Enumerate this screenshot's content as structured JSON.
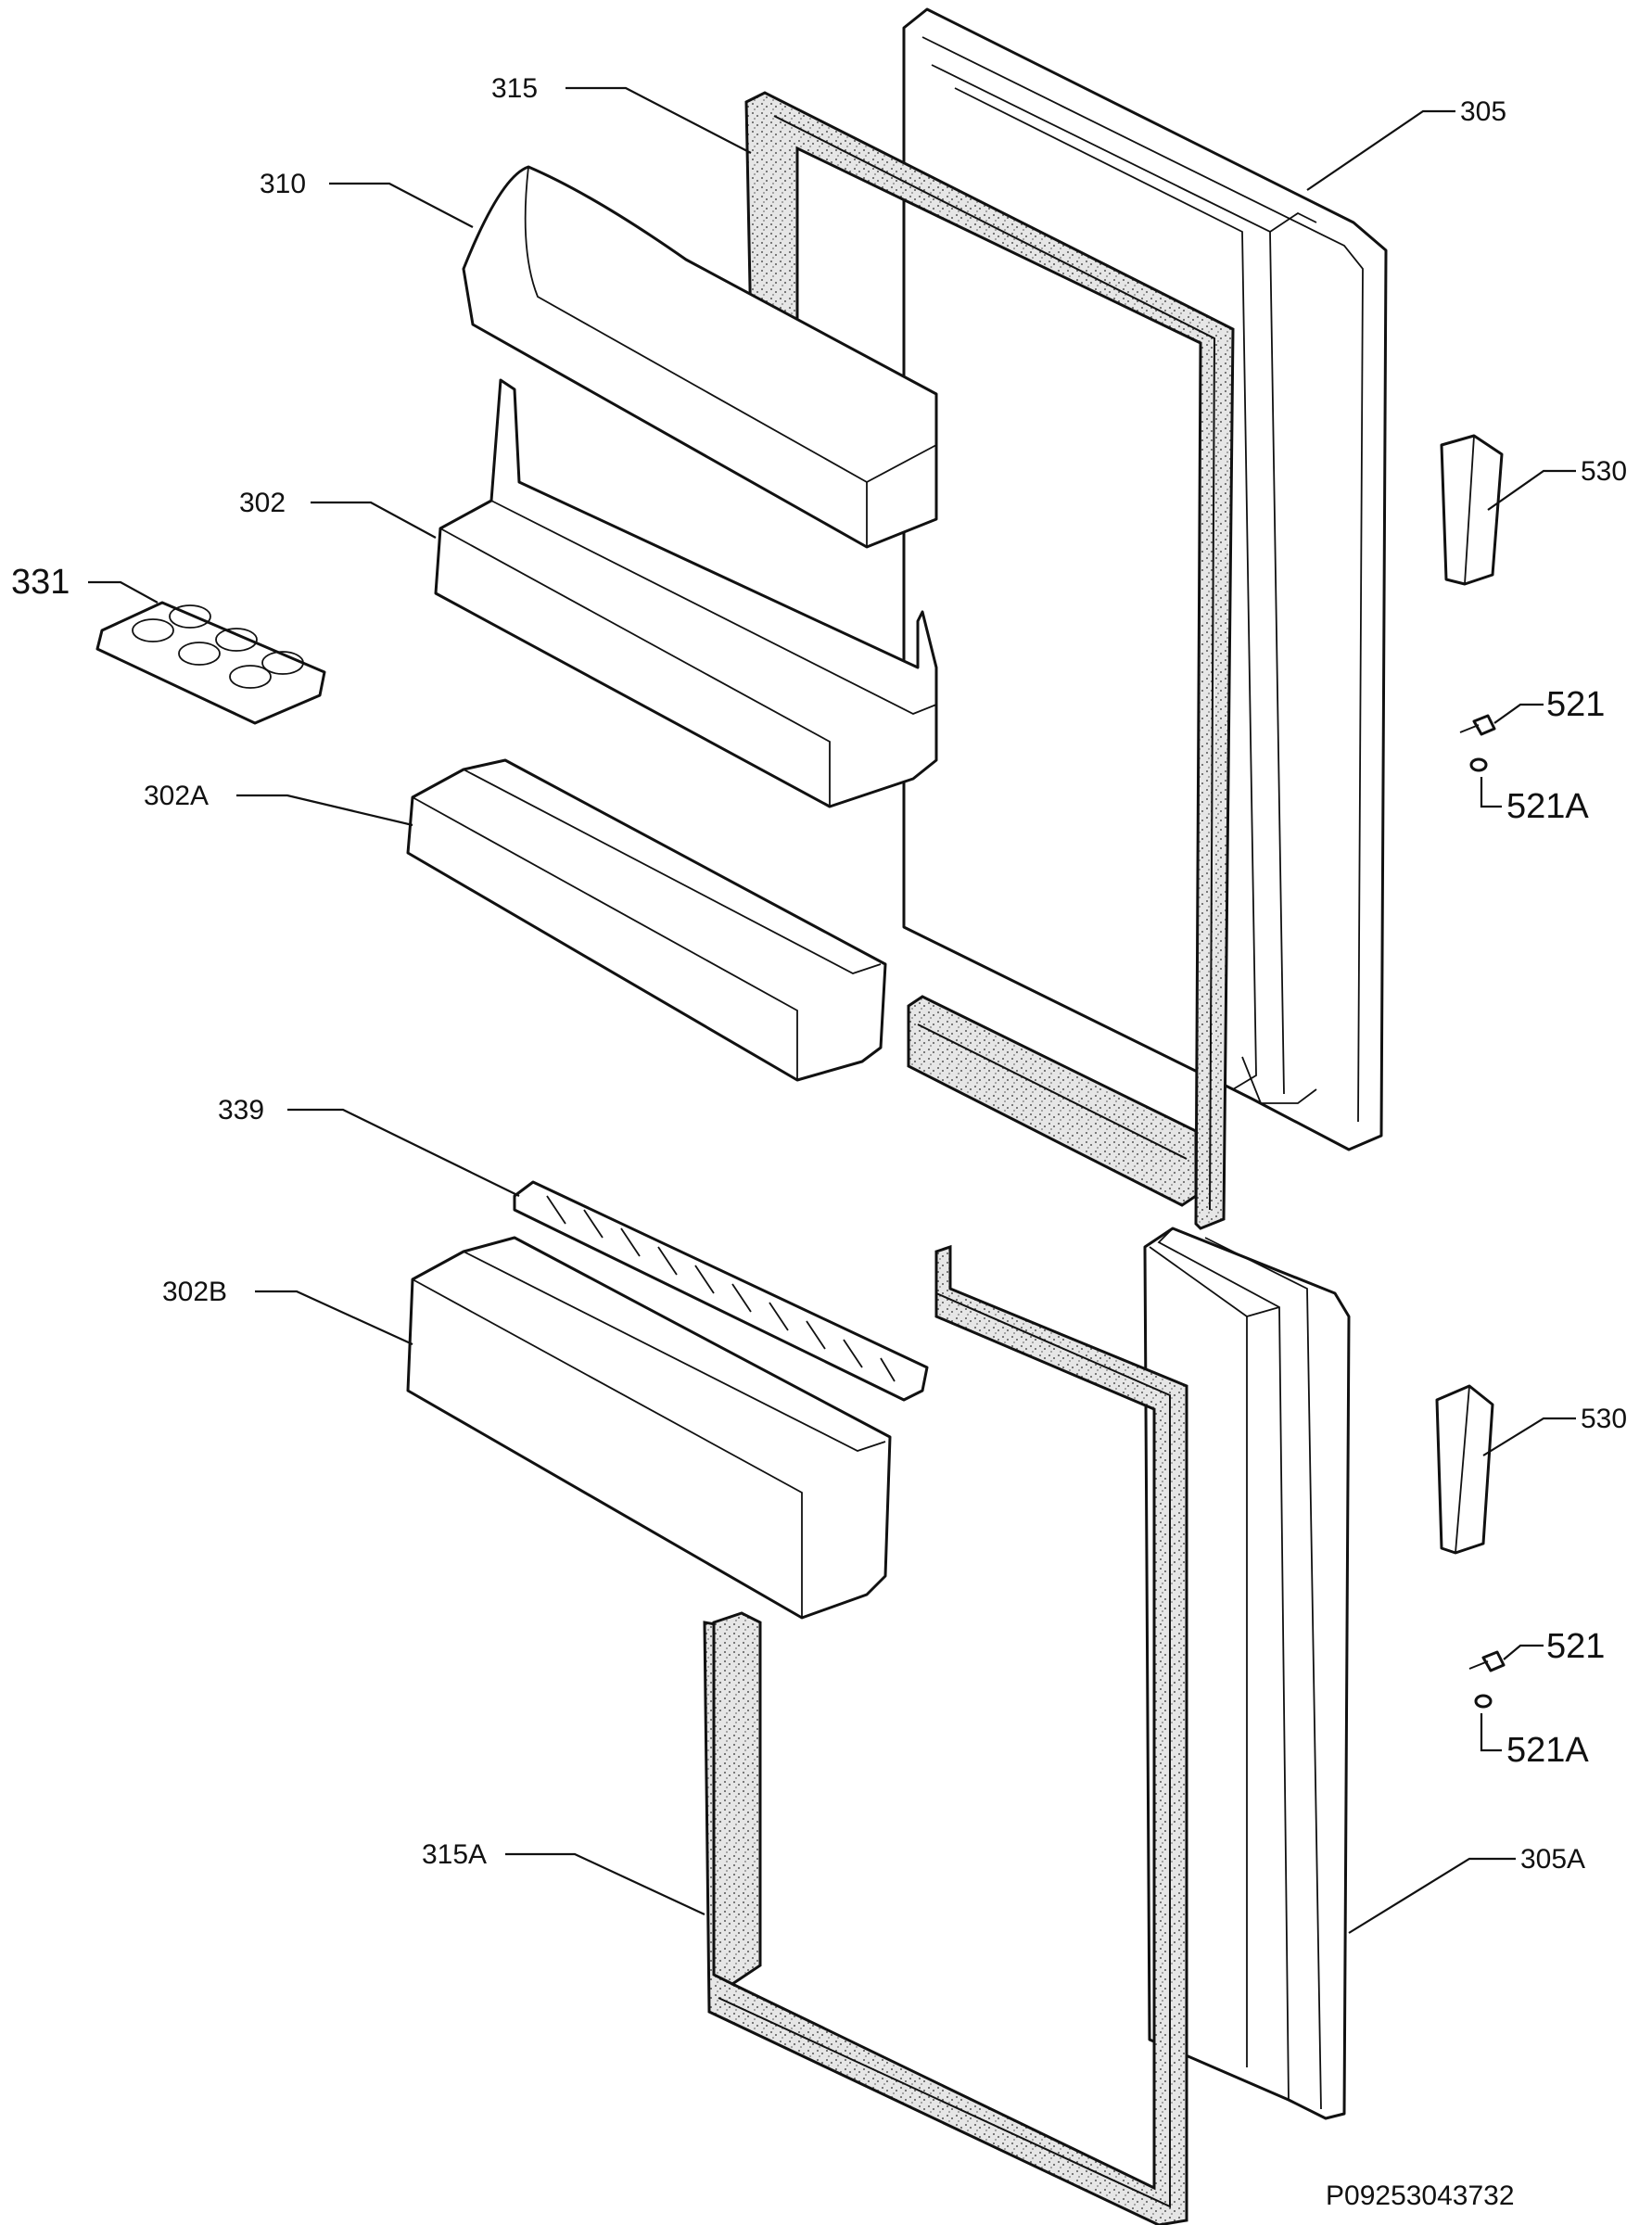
{
  "labels": {
    "l315": "315",
    "l305": "305",
    "l310": "310",
    "l302": "302",
    "l530_top": "530",
    "l331": "331",
    "l521_top": "521",
    "l521a_top": "521A",
    "l302a": "302A",
    "l339": "339",
    "l302b": "302B",
    "l530_bottom": "530",
    "l521_bottom": "521",
    "l521a_bottom": "521A",
    "l315a": "315A",
    "l305a": "305A"
  },
  "footer": {
    "code": "P09253043732"
  }
}
